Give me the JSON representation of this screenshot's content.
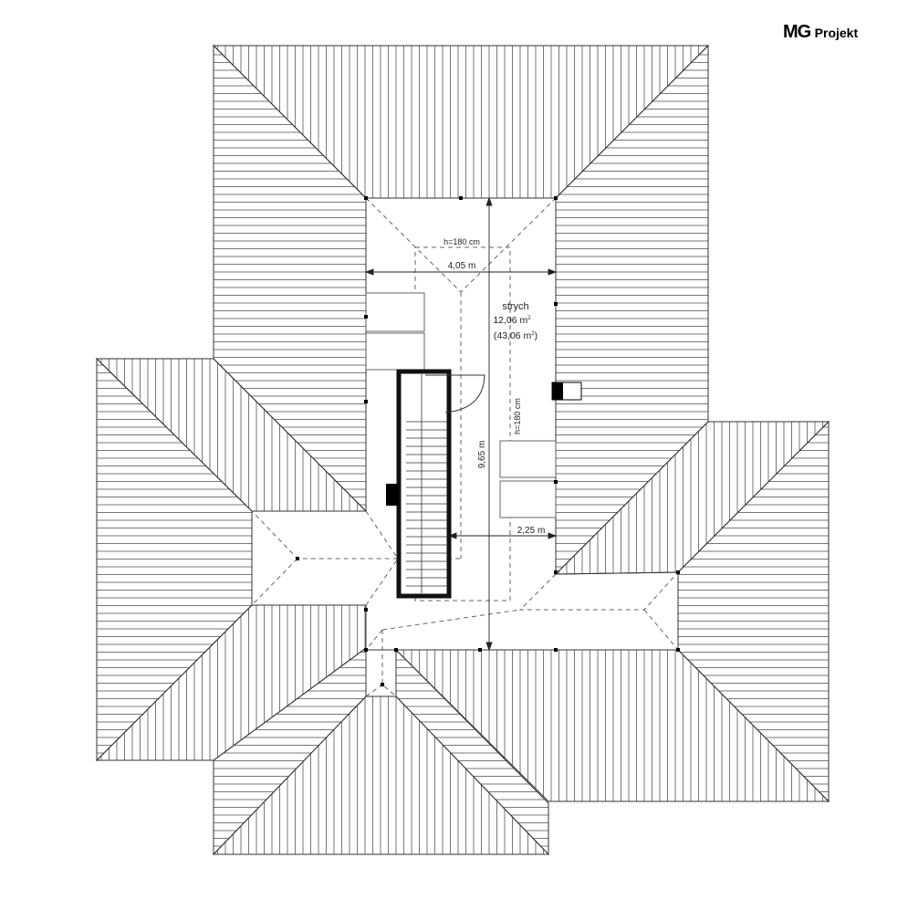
{
  "brand": {
    "mg": "MG",
    "projekt": "Projekt"
  },
  "room": {
    "name": "strych",
    "area": "12,06 m",
    "area_total": "(43,06 m",
    "area_total_close": ")",
    "sup": "2"
  },
  "dimensions": {
    "width": "4,05 m",
    "length": "9,65 m",
    "side": "2,25 m",
    "height_top": "h=180 cm",
    "height_side": "h=180 cm"
  }
}
